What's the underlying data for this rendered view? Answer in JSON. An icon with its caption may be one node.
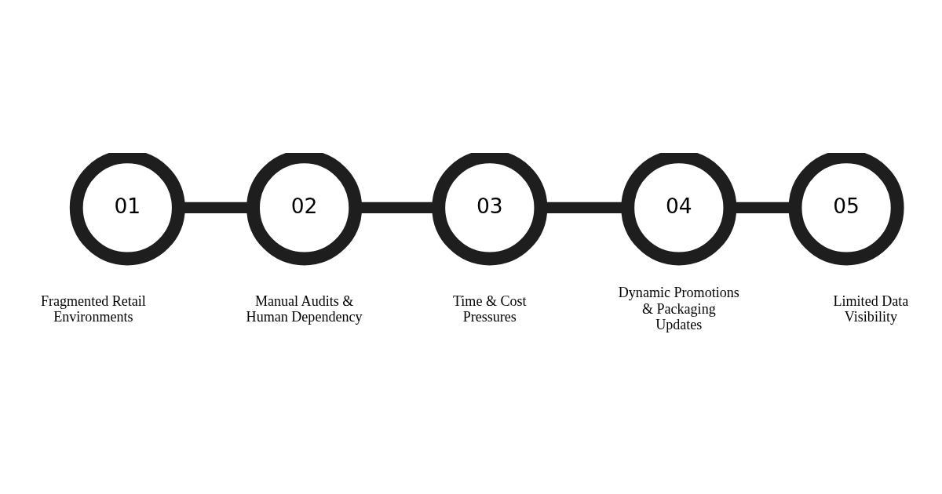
{
  "diagram": {
    "nodes": [
      {
        "text": [
          "01"
        ],
        "beside": [
          "Fragmented Retail Environments"
        ]
      },
      {
        "text": [
          "02"
        ],
        "beside": [
          "Manual Audits & Human Dependency"
        ]
      },
      {
        "text": [
          "03"
        ],
        "beside": [
          "Time & Cost Pressures"
        ]
      },
      {
        "text": [
          "04"
        ],
        "beside": [
          "Dynamic Promotions & Packaging Updates"
        ]
      },
      {
        "text": [
          "05"
        ],
        "beside": [
          "Limited Data Visibility"
        ]
      }
    ],
    "edges": [
      {
        "from": 0,
        "to": 1,
        "arrow": "none"
      },
      {
        "from": 1,
        "to": 2,
        "arrow": "none"
      },
      {
        "from": 2,
        "to": 3,
        "arrow": "none"
      },
      {
        "from": 3,
        "to": 4,
        "arrow": "none"
      }
    ]
  }
}
